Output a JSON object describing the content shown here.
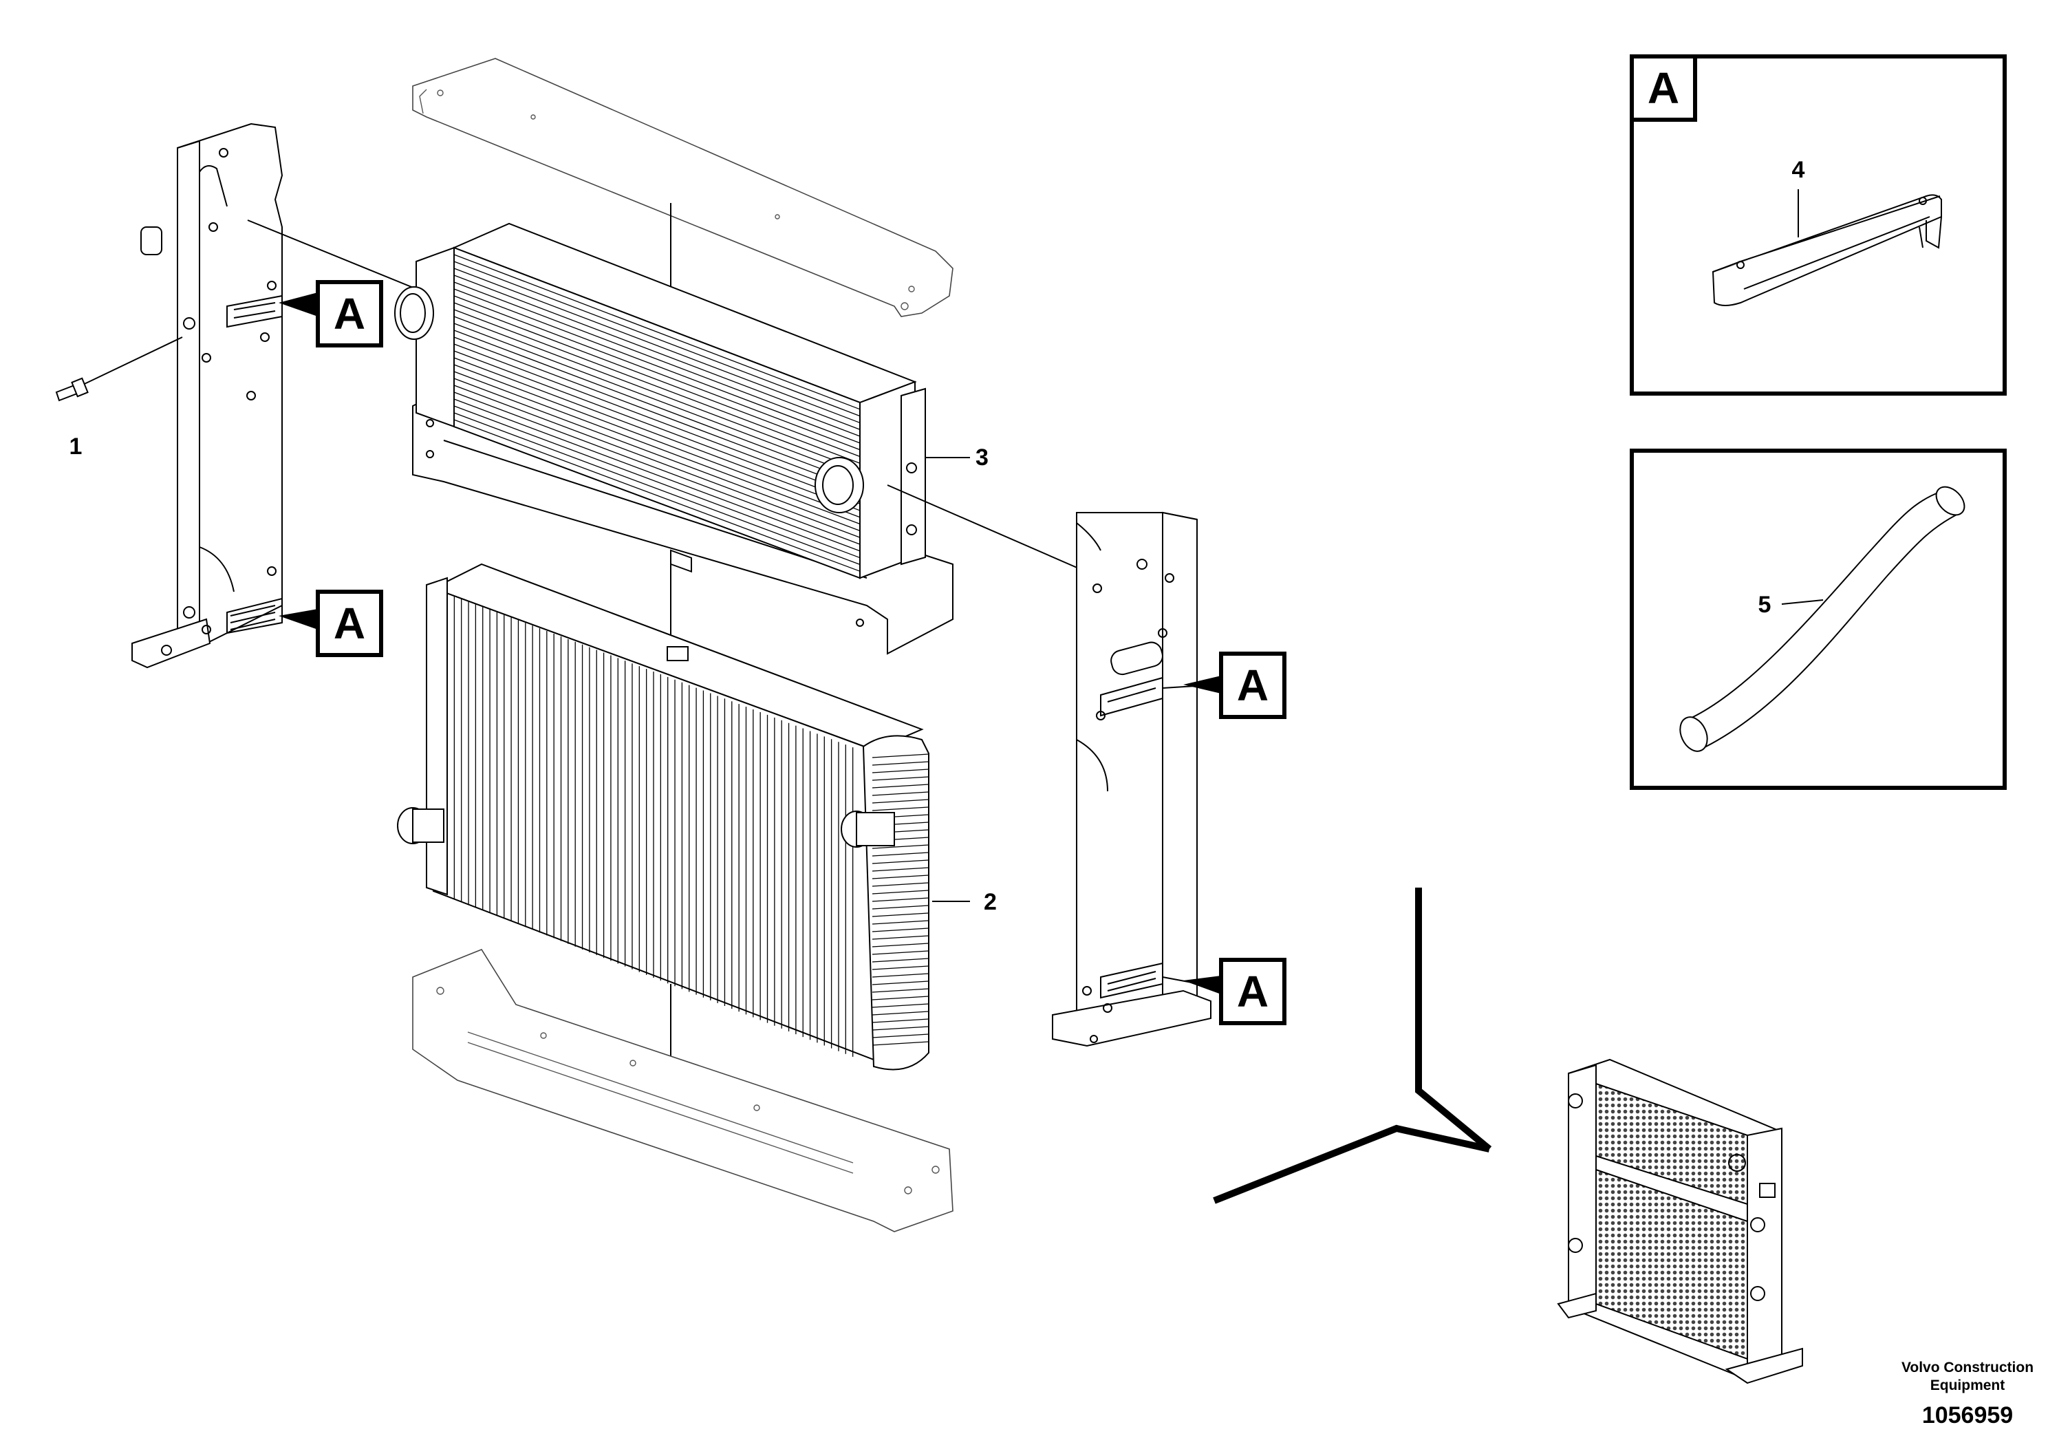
{
  "diagram": {
    "parts": [
      {
        "number": "1"
      },
      {
        "number": "2"
      },
      {
        "number": "3"
      },
      {
        "number": "4"
      },
      {
        "number": "5"
      }
    ],
    "callout_letter": "A",
    "detail_panels": [
      {
        "label": "A",
        "part_number": "4"
      },
      {
        "part_number": "5"
      }
    ]
  },
  "footer": {
    "company_line1": "Volvo Construction",
    "company_line2": "Equipment",
    "drawing_number": "1056959"
  }
}
